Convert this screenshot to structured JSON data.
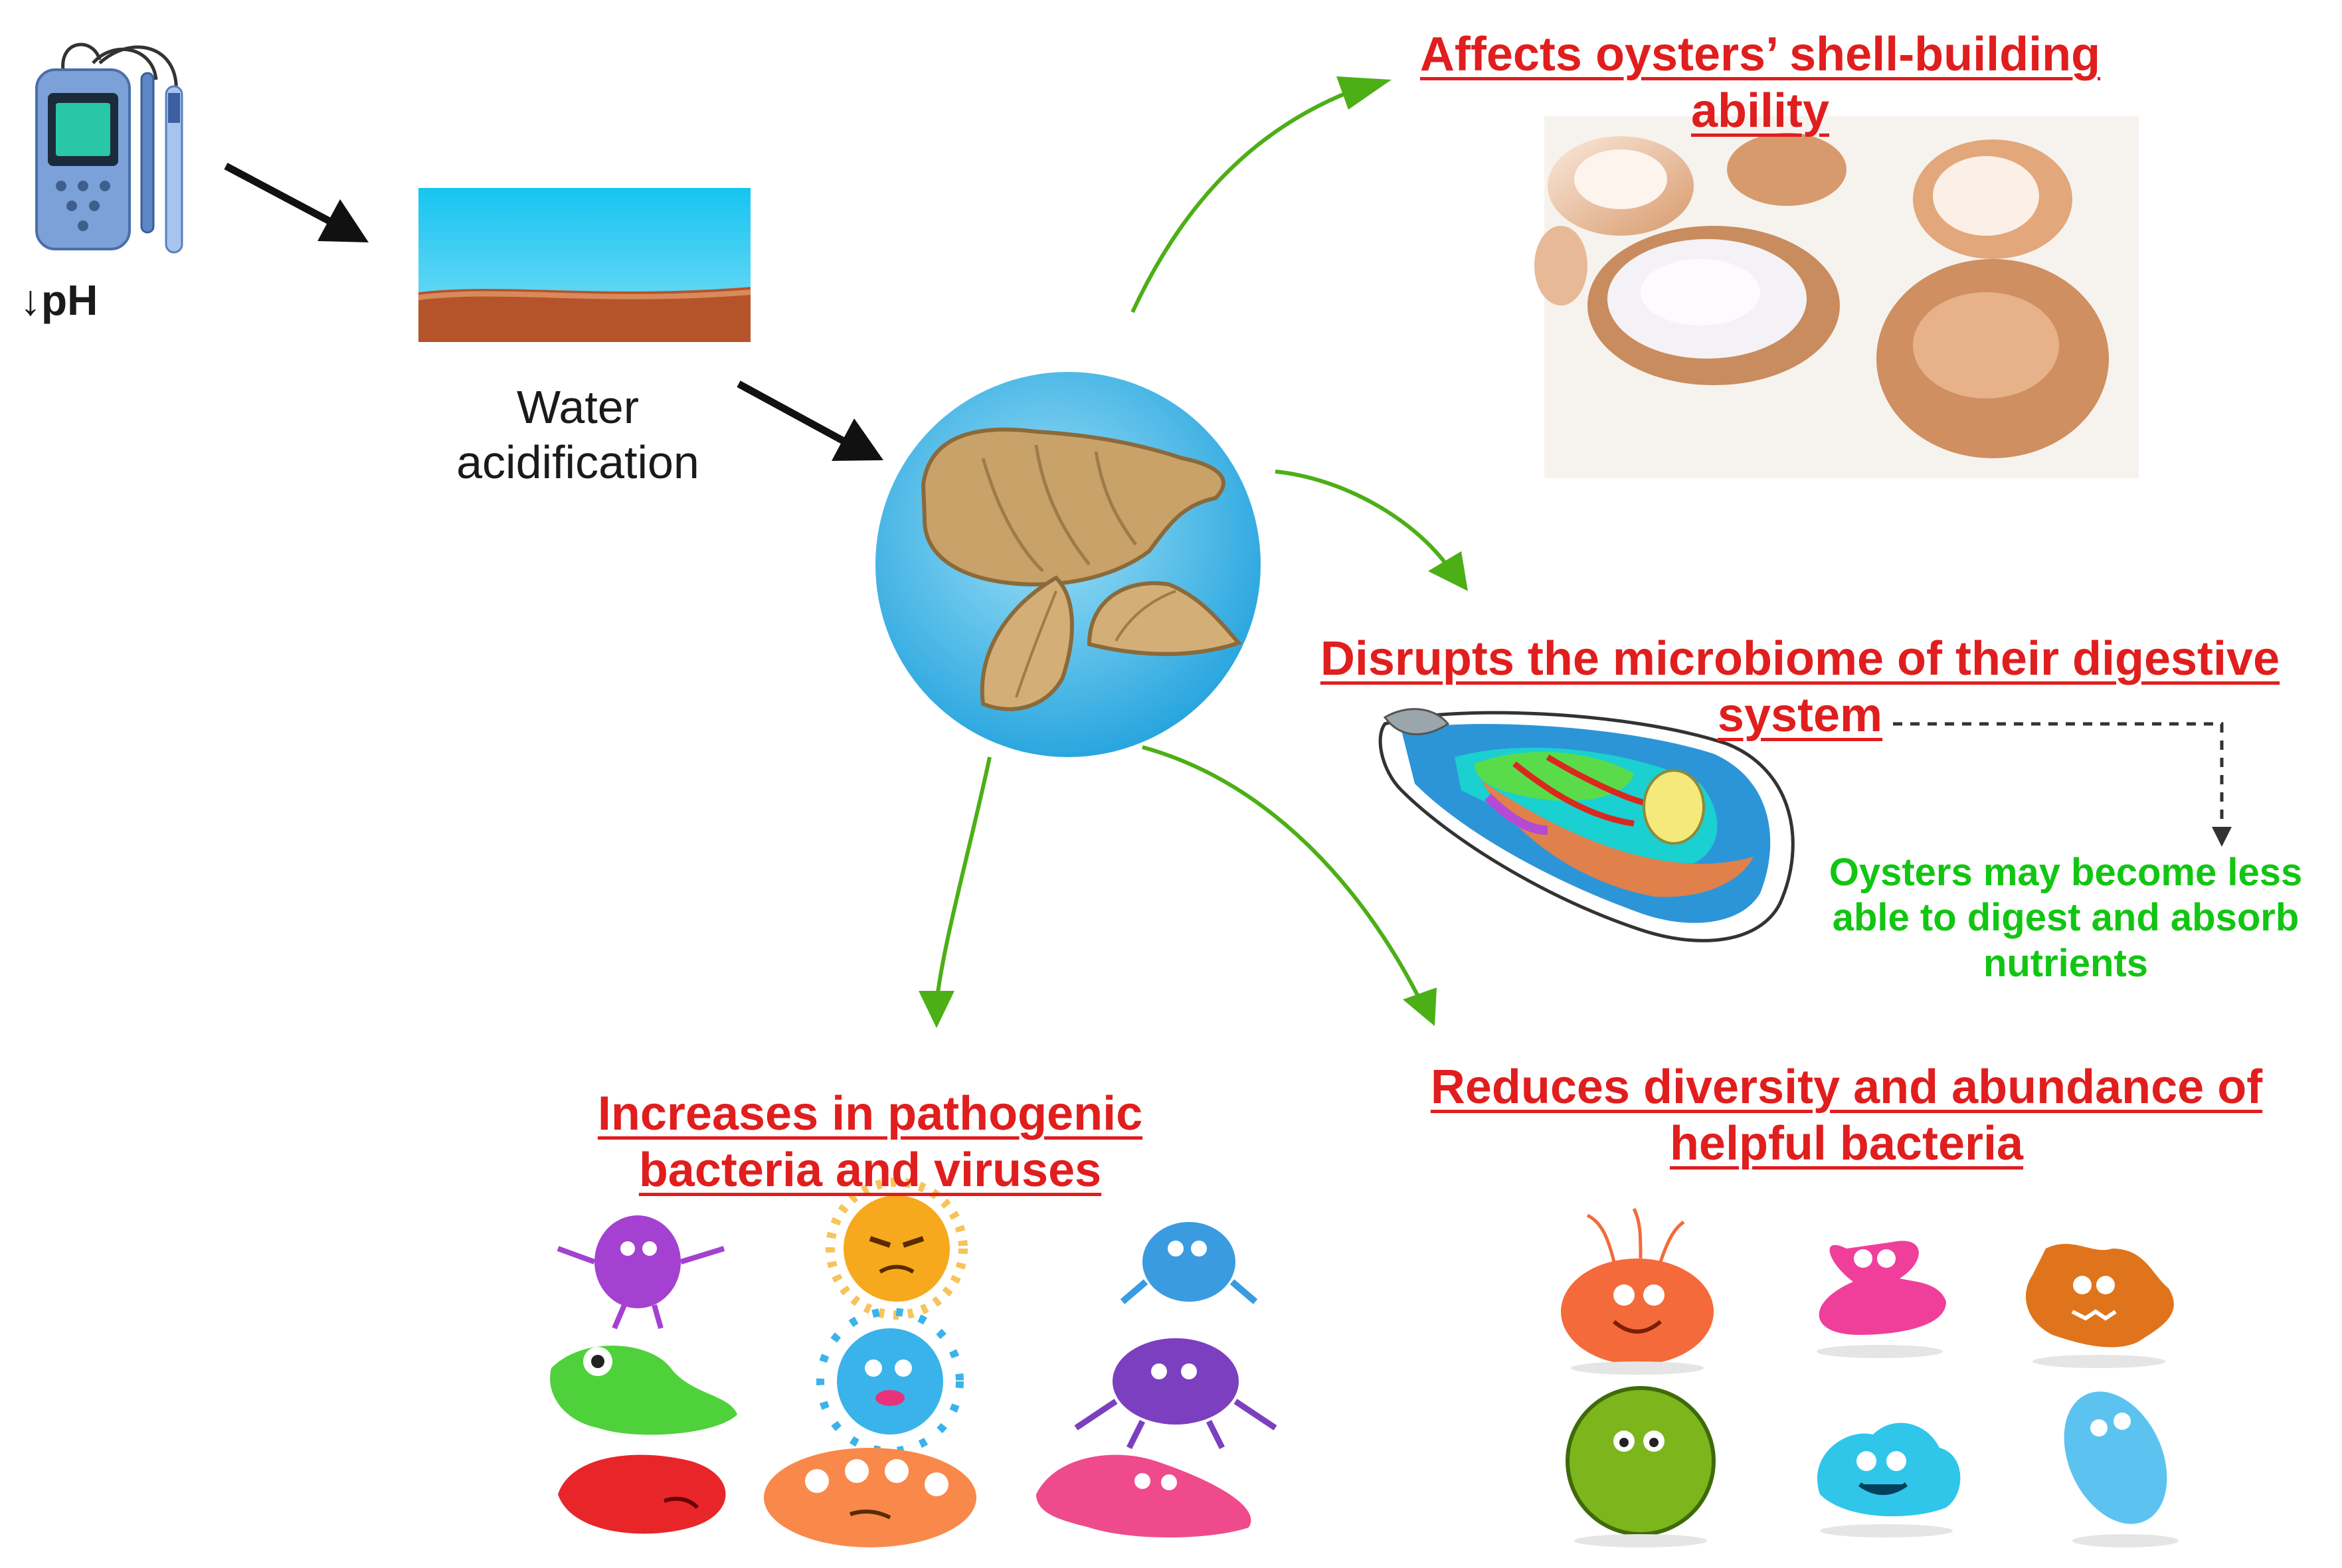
{
  "labels": {
    "ph": "↓pH",
    "water_line1": "Water",
    "water_line2": "acidification",
    "shell_line1": "Affects oysters’ shell-building",
    "shell_line2": "ability",
    "microbiome_line1": "Disrupts the microbiome of their digestive",
    "microbiome_line2": "system",
    "nutrients_line1": "Oysters may become less",
    "nutrients_line2": "able to digest and absorb",
    "nutrients_line3": "nutrients",
    "pathogen_line1": "Increases in pathogenic",
    "pathogen_line2": "bacteria and viruses",
    "helpful_line1": "Reduces diversity and abundance of",
    "helpful_line2": "helpful bacteria"
  },
  "colors": {
    "effect_text": "#e01e1e",
    "outcome_text": "#13c513",
    "cause_arrow": "#111111",
    "effect_arrow": "#4caf16",
    "water": "#2ec8ef",
    "sediment": "#b5532a",
    "oyster_circle": "#4dbde9",
    "oyster": "#c9a26a"
  },
  "icons": {
    "ph_meter": "ph-meter-icon",
    "water": "water-sediment-icon",
    "oysters": "oysters-icon",
    "shells": "oyster-shells-photo",
    "anatomy": "oyster-anatomy-icon",
    "pathogens": "pathogenic-microbes-icon",
    "helpful": "helpful-bacteria-icon"
  }
}
